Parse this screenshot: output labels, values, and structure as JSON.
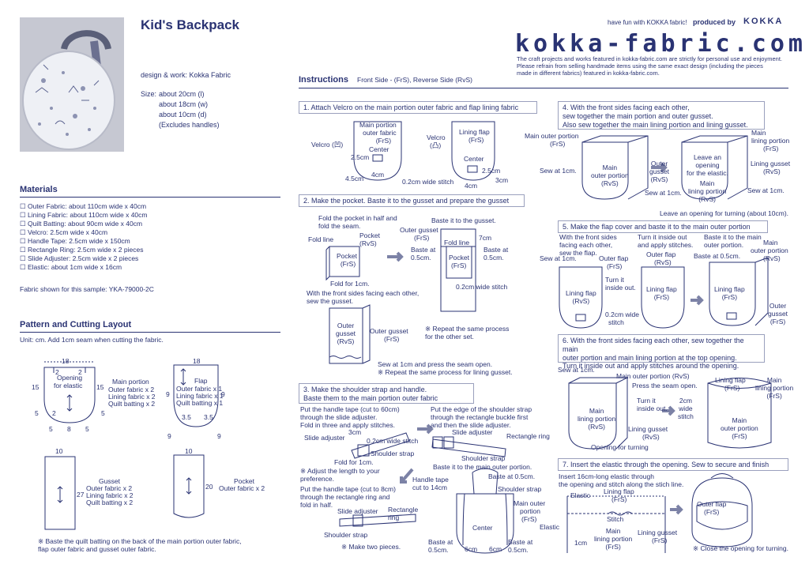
{
  "header": {
    "title": "Kid's Backpack",
    "tagline": "have fun with KOKKA fabric!",
    "produced_by": "produced by",
    "brand": "KOKKA",
    "site": "kokka-fabric.com",
    "notice": [
      "The craft projects and works featured in kokka-fabric.com are strictly for personal use and enjoyment.",
      "Please refrain from selling handmade items using the same exact design (including the pieces",
      "made in different fabrics) featured in kokka-fabric.com."
    ]
  },
  "info": {
    "design": "design & work: Kokka Fabric",
    "size_label": "Size:",
    "size": [
      "about 20cm (l)",
      "about 18cm (w)",
      "about 10cm (d)",
      "(Excludes handles)"
    ]
  },
  "materials": {
    "heading": "Materials",
    "items": [
      "Outer Fabric: about 110cm wide x 40cm",
      "Lining Fabric: about 110cm wide x 40cm",
      "Quilt Batting: about 90cm wide x 40cm",
      "Velcro: 2.5cm wide x 40cm",
      "Handle Tape: 2.5cm wide x 150cm",
      "Rectangle Ring: 2.5cm wide x 2 pieces",
      "Slide Adjuster: 2.5cm wide x 2 pieces",
      "Elastic: about 1cm wide x 16cm"
    ],
    "fabric_note": "Fabric shown for this sample: YKA-79000-2C"
  },
  "pattern": {
    "heading": "Pattern and Cutting Layout",
    "unit": "Unit: cm. Add 1cm seam when cutting the fabric.",
    "main_portion": [
      "Main portion",
      "Outer fabric x 2",
      "Lining fabric x 2",
      "Quilt batting x 2"
    ],
    "main_opening": [
      "Opening",
      "for elastic"
    ],
    "flap": [
      "Flap",
      "Outer fabric x 1",
      "Lining fabric x 1",
      "Quilt batting x 1"
    ],
    "gusset": [
      "Gusset",
      "Outer fabric x 2",
      "Lining fabric x 2",
      "Quilt batting x 2"
    ],
    "pocket": [
      "Pocket",
      "Outer fabric x 2"
    ],
    "dims": {
      "d18a": "18",
      "d15a": "15",
      "d15b": "15",
      "d2a": "2",
      "d2b": "2",
      "d5a": "5",
      "d5b": "5",
      "d5c": "5",
      "d5d": "5",
      "d2c": "2",
      "d8": "8",
      "d18b": "18",
      "d9a": "9",
      "d9b": "9",
      "d9c": "9",
      "d9d": "9",
      "d35a": "3.5",
      "d35b": "3.5",
      "d10a": "10",
      "d27": "27",
      "d10b": "10",
      "d20": "20"
    },
    "footnote": [
      "※ Baste the quilt batting on the back of the main portion outer fabric,",
      "flap outer fabric and gusset outer fabric."
    ]
  },
  "instructions": {
    "heading": "Instructions",
    "sides": "Front Side - (FrS), Reverse Side (RvS)",
    "s1": {
      "title": "1. Attach Velcro on the main portion outer fabric and flap lining fabric",
      "main": [
        "Main portion",
        "outer fabric",
        "(FrS)"
      ],
      "velcro_a": "Velcro (凹)",
      "center_a": "Center",
      "c25a": "2.5cm",
      "c45": "4.5cm",
      "c4a": "4cm",
      "stitch": "0.2cm wide stitch",
      "velcro_b": [
        "Velcro",
        "(凸)"
      ],
      "flap": [
        "Lining flap",
        "(FrS)"
      ],
      "center_b": "Center",
      "c25b": "2.5cm",
      "c3": "3cm",
      "c4b": "4cm"
    },
    "s2": {
      "title": "2. Make the pocket. Baste it to the gusset and prepare the gusset",
      "fold_half": [
        "Fold the pocket in half and",
        "fold the seam."
      ],
      "fold_line_a": "Fold line",
      "pocket_rvs": [
        "Pocket",
        "(RvS)"
      ],
      "pocket_frs_a": [
        "Pocket",
        "(FrS)"
      ],
      "fold_1": "Fold for 1cm.",
      "baste_gusset": "Baste it to the gusset.",
      "outer_gusset_frs": [
        "Outer gusset",
        "(FrS)"
      ],
      "fold_line_b": "Fold line",
      "c7": "7cm",
      "baste_05a": [
        "Baste at",
        "0.5cm."
      ],
      "baste_05b": [
        "Baste at",
        "0.5cm."
      ],
      "pocket_frs_b": [
        "Pocket",
        "(FrS)"
      ],
      "stitch": "0.2cm wide stitch",
      "front_sides": [
        "With the front sides facing each other,",
        "sew the gusset."
      ],
      "og_rvs": [
        "Outer",
        "gusset",
        "(RvS)"
      ],
      "og_frs": [
        "Outer gusset",
        "(FrS)"
      ],
      "repeat": [
        "※ Repeat the same process",
        "for the other set."
      ],
      "sew_press": "Sew at 1cm and press the seam open.",
      "repeat_lining": "※ Repeat the same process for lining gusset."
    },
    "s3": {
      "title": [
        "3. Make the shoulder strap and handle.",
        "Baste them to the main portion outer fabric"
      ],
      "put_a": [
        "Put the handle tape (cut to 60cm)",
        "through the slide adjuster.",
        "Fold in three and apply stitches."
      ],
      "slide_a": "Slide adjuster",
      "c3": "3cm",
      "stitch": "0.2cm wide stitch",
      "fold_1": "Fold for 1cm.",
      "strap_a": "Shoulder strap",
      "adjust": [
        "※ Adjust the length to your",
        "preference."
      ],
      "put_b": [
        "Put the edge of the shoulder strap",
        "through the rectangle buckle first",
        "and then the slide adjuster."
      ],
      "slide_b": "Slide adjuster",
      "rect_a": "Rectangle ring",
      "strap_b": "Shoulder strap",
      "put_c": [
        "Put the handle tape (cut to 8cm)",
        "through the rectangle ring and",
        "fold in half."
      ],
      "slide_c": "Slide adjuster",
      "rect_b": [
        "Rectangle",
        "ring"
      ],
      "strap_c": "Shoulder strap",
      "two": "※ Make two pieces.",
      "baste_main": "Baste it to the main outer portion.",
      "handle": [
        "Handle tape",
        "cut to 14cm"
      ],
      "baste_a": "Baste at 0.5cm.",
      "strap_d": "Shoulder strap",
      "main_outer": [
        "Main outer",
        "portion",
        "(FrS)"
      ],
      "center": "Center",
      "baste_b": [
        "Baste at",
        "0.5cm."
      ],
      "c6a": "6cm",
      "c6b": "6cm",
      "baste_c": [
        "Baste at",
        "0.5cm."
      ]
    },
    "s4": {
      "title": [
        "4. With the front sides facing each other,",
        "sew together the main portion and outer gusset.",
        "Also sew together the main lining portion and lining gusset."
      ],
      "mo_frs": [
        "Main outer portion",
        "(FrS)"
      ],
      "sew1": "Sew at 1cm.",
      "mo_rvs": [
        "Main",
        "outer portion",
        "(RvS)"
      ],
      "og": [
        "Outer",
        "gusset",
        "(RvS)"
      ],
      "sew2": "Sew at 1cm.",
      "leave": [
        "Leave an",
        "opening",
        "for the elastic."
      ],
      "ml_frs": [
        "Main",
        "lining portion",
        "(FrS)"
      ],
      "lg": [
        "Lining gusset",
        "(RvS)"
      ],
      "ml_rvs": [
        "Main",
        "lining portion",
        "(RvS)"
      ],
      "sew3": "Sew at 1cm.",
      "turning": "Leave an opening for turning (about 10cm)."
    },
    "s5": {
      "title": "5. Make the flap cover and baste it to the main outer portion",
      "front": [
        "With the front sides",
        "facing each other,",
        "sew the flap."
      ],
      "sew": "Sew at 1cm.",
      "of_frs": [
        "Outer flap",
        "(FrS)"
      ],
      "lf_rvs": [
        "Lining flap",
        "(RvS)"
      ],
      "stitch": [
        "0.2cm wide",
        "stitch"
      ],
      "turn_a": [
        "Turn it",
        "inside out."
      ],
      "turn_b": [
        "Turn it inside out",
        "and apply stitches."
      ],
      "of_rvs": [
        "Outer flap",
        "(RvS)"
      ],
      "lf_frs": [
        "Lining flap",
        "(FrS)"
      ],
      "baste_main": [
        "Baste it to the main",
        "outer portion."
      ],
      "baste": "Baste at 0.5cm.",
      "mo_rvs": [
        "Main",
        "outer portion",
        "(RvS)"
      ],
      "lf_frs2": [
        "Lining flap",
        "(FrS)"
      ],
      "og_frs": [
        "Outer",
        "gusset",
        "(FrS)"
      ]
    },
    "s6": {
      "title": [
        "6. With the front sides facing each other, sew together the main",
        "outer portion and main lining portion at the top opening.",
        "Turn it inside out and apply stitches around the opening."
      ],
      "sew": "Sew at 1cm.",
      "mo_rvs": "Main outer portion (RvS)",
      "press": "Press the seam open.",
      "ml_rvs": [
        "Main",
        "lining portion",
        "(RvS)"
      ],
      "lg_rvs": [
        "Lining gusset",
        "(RvS)"
      ],
      "opening": "Opening for turning",
      "turn": [
        "Turn it",
        "inside out."
      ],
      "c2": [
        "2cm",
        "wide",
        "stitch"
      ],
      "lf_frs": [
        "Lining flap",
        "(FrS)"
      ],
      "ml_frs": [
        "Main",
        "lining portion",
        "(FrS)"
      ],
      "mo_frs": [
        "Main",
        "outer portion",
        "(FrS)"
      ]
    },
    "s7": {
      "title": "7. Insert the elastic through the opening. Sew to secure and finish",
      "insert": [
        "Insert 16cm-long elastic through",
        "the opening and stitch along the stich line."
      ],
      "elastic_a": "Elastic",
      "lf_frs": [
        "Lining flap",
        "(FrS)"
      ],
      "stitch": "Stitch",
      "elastic_b": "Elastic",
      "c1": "1cm",
      "ml_frs": [
        "Main",
        "lining portion",
        "(FrS)"
      ],
      "lg_frs": [
        "Lining gusset",
        "(FrS)"
      ],
      "of_frs": [
        "Outer flap",
        "(FrS)"
      ],
      "close": "※ Close the opening for turning."
    }
  }
}
